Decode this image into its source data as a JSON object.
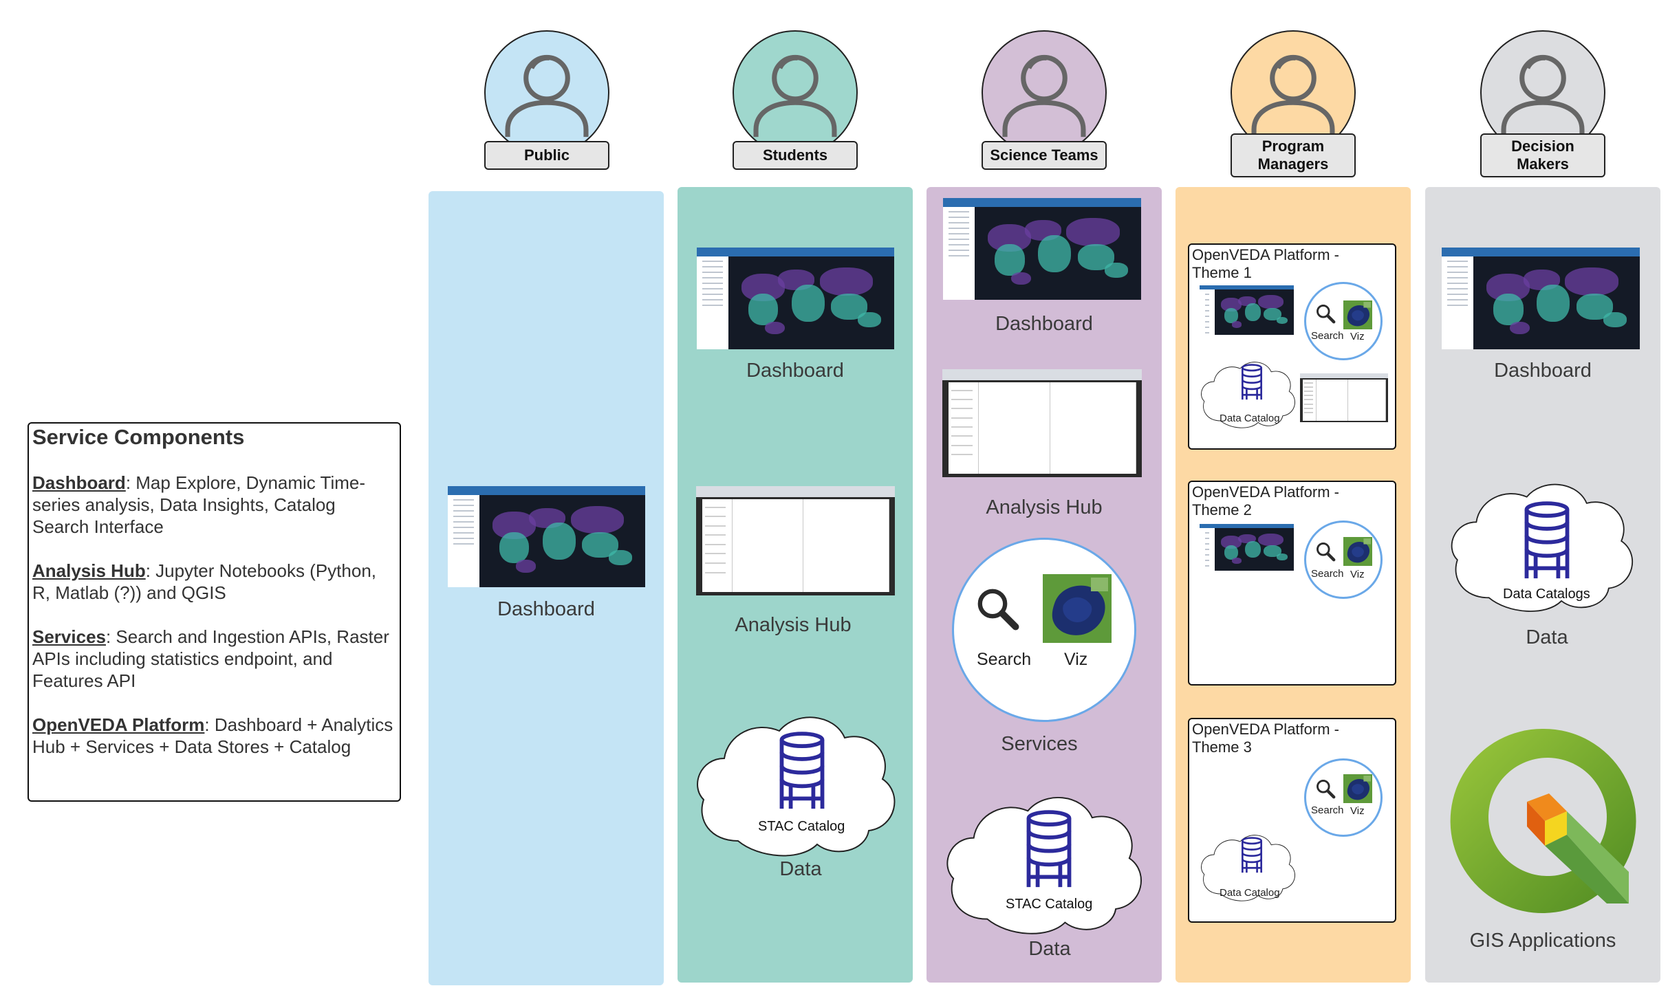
{
  "roles": [
    {
      "id": "public",
      "label": "Public",
      "color": "#c4e4f5",
      "column_color": "#c4e4f5"
    },
    {
      "id": "students",
      "label": "Students",
      "color": "#9fd7cd",
      "column_color": "#9dd5cb"
    },
    {
      "id": "science",
      "label": "Science Teams",
      "color": "#d3bfd6",
      "column_color": "#d2bcd6"
    },
    {
      "id": "program",
      "label": "Program Managers",
      "color": "#fdd9a4",
      "column_color": "#fdd9a4"
    },
    {
      "id": "decision",
      "label": "Decision Makers",
      "color": "#dcdde0",
      "column_color": "#dcdde0"
    }
  ],
  "public": {
    "dashboard": "Dashboard"
  },
  "students": {
    "dashboard": "Dashboard",
    "analysis_hub": "Analysis Hub",
    "stac_catalog": "STAC Catalog",
    "data": "Data"
  },
  "science": {
    "dashboard": "Dashboard",
    "analysis_hub": "Analysis Hub",
    "search": "Search",
    "viz": "Viz",
    "services": "Services",
    "stac_catalog": "STAC Catalog",
    "data": "Data"
  },
  "program": {
    "themes": [
      {
        "title": "OpenVEDA Platform - Theme 1",
        "search": "Search",
        "viz": "Viz",
        "data_catalog": "Data Catalog"
      },
      {
        "title": "OpenVEDA Platform - Theme 2",
        "search": "Search",
        "viz": "Viz"
      },
      {
        "title": "OpenVEDA Platform - Theme 3",
        "search": "Search",
        "viz": "Viz",
        "data_catalog": "Data Catalog"
      }
    ]
  },
  "decision": {
    "dashboard": "Dashboard",
    "data_catalogs": "Data Catalogs",
    "data": "Data",
    "gis": "GIS Applications"
  },
  "legend": {
    "title": "Service Components",
    "items": [
      {
        "term": "Dashboard",
        "text": ": Map Explore, Dynamic Time-series analysis, Data Insights, Catalog Search Interface"
      },
      {
        "term": "Analysis Hub",
        "text": ": Jupyter Notebooks (Python, R, Matlab (?)) and QGIS"
      },
      {
        "term": "Services",
        "text": ": Search and Ingestion APIs, Raster APIs including statistics endpoint, and Features API"
      },
      {
        "term": "OpenVEDA Platform",
        "text": ": Dashboard + Analytics Hub + Services + Data Stores + Catalog"
      }
    ]
  },
  "colors": {
    "db_icon": "#2c2a9c",
    "service_ring": "#6aa8e8",
    "map_bg": "#141a26",
    "land_teal": "#3fb8a8",
    "land_purple": "#6a3fa0"
  }
}
